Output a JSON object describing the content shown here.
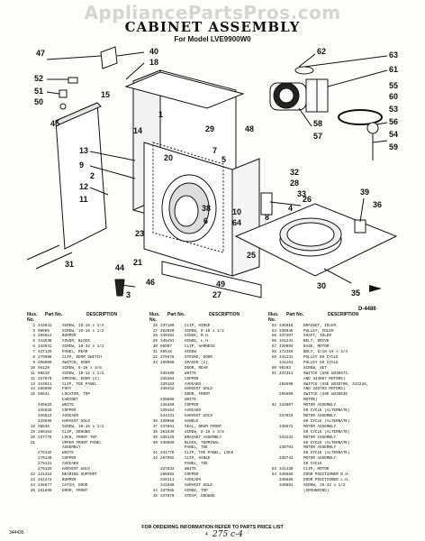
{
  "watermark": "AppliancePartsPros.com",
  "title": "CABINET ASSEMBLY",
  "subtitle": "For Model LVE9900W0",
  "diagram_ref": "D-4486",
  "callouts": [
    "47",
    "40",
    "18",
    "52",
    "51",
    "50",
    "62",
    "63",
    "61",
    "14",
    "55",
    "60",
    "15",
    "53",
    "45",
    "58",
    "56",
    "54",
    "59",
    "57",
    "48",
    "29",
    "1",
    "13",
    "9",
    "12",
    "11",
    "2",
    "20",
    "5",
    "7",
    "32",
    "28",
    "33",
    "4",
    "38",
    "6",
    "10",
    "26",
    "64",
    "8",
    "39",
    "36",
    "31",
    "23",
    "25",
    "21",
    "44",
    "46",
    "49",
    "3",
    "27",
    "35",
    "30"
  ],
  "columns": [
    {
      "header": {
        "no": "Illus. No.",
        "part": "Part No.",
        "desc": "DESCRIPTION"
      },
      "rows": [
        {
          "no": "2",
          "part": "343641",
          "desc": "SCREW, 10-16 x 1/2"
        },
        {
          "no": "3",
          "part": "90605",
          "desc": "SCREW, 10-16 x 1/2"
        },
        {
          "no": "4",
          "part": "358614",
          "desc": "BUMPER"
        },
        {
          "no": "5",
          "part": "343638",
          "desc": "COVER, BLOCK"
        },
        {
          "no": "6",
          "part": "343641",
          "desc": "SCREW, 10-32 x 1/2"
        },
        {
          "no": "7",
          "part": "337125",
          "desc": "PANEL, REAR"
        },
        {
          "no": "8",
          "part": "279998",
          "desc": "CLIP, DOOR SWITCH"
        },
        {
          "no": "9",
          "part": "298808",
          "desc": "SWITCH, DOOR"
        },
        {
          "no": "10",
          "part": "98129",
          "desc": "SCREW, 6-20 x 3/8"
        },
        {
          "no": "11",
          "part": "98618",
          "desc": "SCREW, 10-12 x 1/2"
        },
        {
          "no": "12",
          "part": "337979",
          "desc": "SPRING, DOOR (2)"
        },
        {
          "no": "13",
          "part": "343611",
          "desc": "CLIP, TOE PANEL"
        },
        {
          "no": "14",
          "part": "285959",
          "desc": "FOOT"
        },
        {
          "no": "15",
          "part": "98641",
          "desc": "LOCATOR, TOP"
        },
        {
          "no": "",
          "part": "",
          "desc": "CABINET"
        },
        {
          "no": "",
          "part": "345625",
          "desc": "WHITE"
        },
        {
          "no": "",
          "part": "345628",
          "desc": "COPPER"
        },
        {
          "no": "",
          "part": "345622",
          "desc": "AVOCADO"
        },
        {
          "no": "",
          "part": "343696",
          "desc": "HARVEST GOLD"
        },
        {
          "no": "18",
          "part": "98536",
          "desc": "SCREW, 10-16 x 1/2"
        },
        {
          "no": "19",
          "part": "286484",
          "desc": "CLIP, GROUND"
        },
        {
          "no": "20",
          "part": "337776",
          "desc": "LOCK, FRONT TOP"
        },
        {
          "no": "21",
          "part": "",
          "desc": "UPPER FRONT PANEL"
        },
        {
          "no": "",
          "part": "",
          "desc": "ASSEMBLY"
        },
        {
          "no": "",
          "part": "279132",
          "desc": "WHITE"
        },
        {
          "no": "",
          "part": "279130",
          "desc": "COPPER"
        },
        {
          "no": "",
          "part": "279131",
          "desc": "AVOCADO"
        },
        {
          "no": "",
          "part": "279129",
          "desc": "HARVEST GOLD"
        },
        {
          "no": "22",
          "part": "341416",
          "desc": "BEARING SUPPORT"
        },
        {
          "no": "23",
          "part": "341474",
          "desc": "BUMPER"
        },
        {
          "no": "24",
          "part": "238877",
          "desc": "CATCH, DOOR"
        },
        {
          "no": "25",
          "part": "281899",
          "desc": "DOOR, FRONT"
        }
      ]
    },
    {
      "header": {
        "no": "Illus. No.",
        "part": "Part No.",
        "desc": "DESCRIPTION"
      },
      "rows": [
        {
          "no": "26",
          "part": "337189",
          "desc": "CLIP, HINGE"
        },
        {
          "no": "27",
          "part": "362859",
          "desc": "SCREW, 6-18 x 1/2"
        },
        {
          "no": "28",
          "part": "340492",
          "desc": "HINGE, R.H."
        },
        {
          "no": "29",
          "part": "340491",
          "desc": "HINGE, L.H."
        },
        {
          "no": "30",
          "part": "98997",
          "desc": "CLIP, HARNESS"
        },
        {
          "no": "31",
          "part": "98519",
          "desc": "SCREW"
        },
        {
          "no": "32",
          "part": "276676",
          "desc": "STRIKE, DOOR"
        },
        {
          "no": "33",
          "part": "299998",
          "desc": "SPACER (2)"
        },
        {
          "no": "",
          "part": "",
          "desc": "DOOR, REAR"
        },
        {
          "no": "",
          "part": "338380",
          "desc": "WHITE"
        },
        {
          "no": "",
          "part": "338384",
          "desc": "COPPER"
        },
        {
          "no": "",
          "part": "339163",
          "desc": "AVOCADO"
        },
        {
          "no": "",
          "part": "340432",
          "desc": "HARVEST GOLD"
        },
        {
          "no": "",
          "part": "",
          "desc": "DOOR, FRONT"
        },
        {
          "no": "",
          "part": "338606",
          "desc": "WHITE"
        },
        {
          "no": "",
          "part": "338460",
          "desc": "COPPER"
        },
        {
          "no": "",
          "part": "339164",
          "desc": "AVOCADO"
        },
        {
          "no": "",
          "part": "344431",
          "desc": "HARVEST GOLD"
        },
        {
          "no": "36",
          "part": "339068",
          "desc": "HANDLE"
        },
        {
          "no": "37",
          "part": "337861",
          "desc": "SEAL, DRUM FRONT"
        },
        {
          "no": "38",
          "part": "361939",
          "desc": "SCREW, 8-15 x 3/8"
        },
        {
          "no": "39",
          "part": "338125",
          "desc": "BRACKET ASSEMBLY"
        },
        {
          "no": "40",
          "part": "339089",
          "desc": "BLOCK, TERMINAL"
        },
        {
          "no": "",
          "part": "",
          "desc": "PANEL, TOE"
        },
        {
          "no": "41",
          "part": "341776",
          "desc": "CLIP, TOE PANEL, LOCK"
        },
        {
          "no": "42",
          "part": "297092",
          "desc": "CLIP, HINGE"
        },
        {
          "no": "",
          "part": "",
          "desc": "PANEL, TOE"
        },
        {
          "no": "",
          "part": "337833",
          "desc": "WHITE"
        },
        {
          "no": "",
          "part": "286982",
          "desc": "COPPER"
        },
        {
          "no": "",
          "part": "339111",
          "desc": "AVOCADO"
        },
        {
          "no": "",
          "part": "341886",
          "desc": "HARVEST GOLD"
        },
        {
          "no": "44",
          "part": "337965",
          "desc": "HINGE, TOP"
        },
        {
          "no": "45",
          "part": "337979",
          "desc": "STRAP, GROUND"
        }
      ]
    },
    {
      "header": {
        "no": "Illus. No.",
        "part": "Part No.",
        "desc": "DESCRIPTION"
      },
      "rows": [
        {
          "no": "53",
          "part": "335910",
          "desc": "BRACKET, IDLER"
        },
        {
          "no": "54",
          "part": "338946",
          "desc": "PULLEY, IDLER"
        },
        {
          "no": "55",
          "part": "337407",
          "desc": "SHAFT, IDLER"
        },
        {
          "no": "56",
          "part": "341241",
          "desc": "BELT, DRIVE"
        },
        {
          "no": "57",
          "part": "339094",
          "desc": "BASE, MOTOR"
        },
        {
          "no": "58",
          "part": "172455",
          "desc": "BOLT, 5/16-18 x 3/4"
        },
        {
          "no": "59",
          "part": "341231",
          "desc": "PULLEY 60 CYCLE"
        },
        {
          "no": "",
          "part": "341261",
          "desc": "PULLEY 50 CYCLE"
        },
        {
          "no": "60",
          "part": "90193",
          "desc": "SCREW, SET"
        },
        {
          "no": "61",
          "part": "337311",
          "desc": "SWITCH (USE W339872"
        },
        {
          "no": "",
          "part": "",
          "desc": "AND 343907 MOTORS)"
        },
        {
          "no": "",
          "part": "298599",
          "desc": "SWITCH (USE W339700, 343234,"
        },
        {
          "no": "",
          "part": "",
          "desc": "AND 338703 MOTORS)"
        },
        {
          "no": "",
          "part": "298609",
          "desc": "SWITCH (USE W339635"
        },
        {
          "no": "",
          "part": "",
          "desc": "MOTOR)"
        },
        {
          "no": "62",
          "part": "343907",
          "desc": "MOTOR ASSEMBLY"
        },
        {
          "no": "",
          "part": "",
          "desc": "60 CYCLE (ALTERNATE)"
        },
        {
          "no": "",
          "part": "337010",
          "desc": "MOTOR ASSEMBLY"
        },
        {
          "no": "",
          "part": "",
          "desc": "60 CYCLE (ALTERNATE)"
        },
        {
          "no": "",
          "part": "339672",
          "desc": "MOTOR ASSEMBLY"
        },
        {
          "no": "",
          "part": "",
          "desc": "60 CYCLE (ALTERNATE)"
        },
        {
          "no": "",
          "part": "343234",
          "desc": "MOTOR ASSEMBLY"
        },
        {
          "no": "",
          "part": "",
          "desc": "60 CYCLE (ALTERNATE)"
        },
        {
          "no": "",
          "part": "338703",
          "desc": "MOTOR ASSEMBLY"
        },
        {
          "no": "",
          "part": "",
          "desc": "60 CYCLE (ALTERNATE)"
        },
        {
          "no": "",
          "part": "338742",
          "desc": "MOTOR ASSEMBLY"
        },
        {
          "no": "",
          "part": "",
          "desc": "50 CYCLE"
        },
        {
          "no": "63",
          "part": "341430",
          "desc": "CLIP, MOTOR"
        },
        {
          "no": "64",
          "part": "340686",
          "desc": "DOOR POSITIONER R.H."
        },
        {
          "no": "",
          "part": "340685",
          "desc": "DOOR POSITIONER L.H."
        },
        {
          "no": "",
          "part": "340681",
          "desc": "SCREW, 10-32 x 1/2"
        },
        {
          "no": "",
          "part": "",
          "desc": "(GROUNDING)"
        }
      ]
    }
  ],
  "footer_note": "FOR ORDERING INFORMATION REFER TO PARTS PRICE LIST",
  "page_number": "4",
  "doc_code": "344436",
  "handwritten": "275 c-4"
}
